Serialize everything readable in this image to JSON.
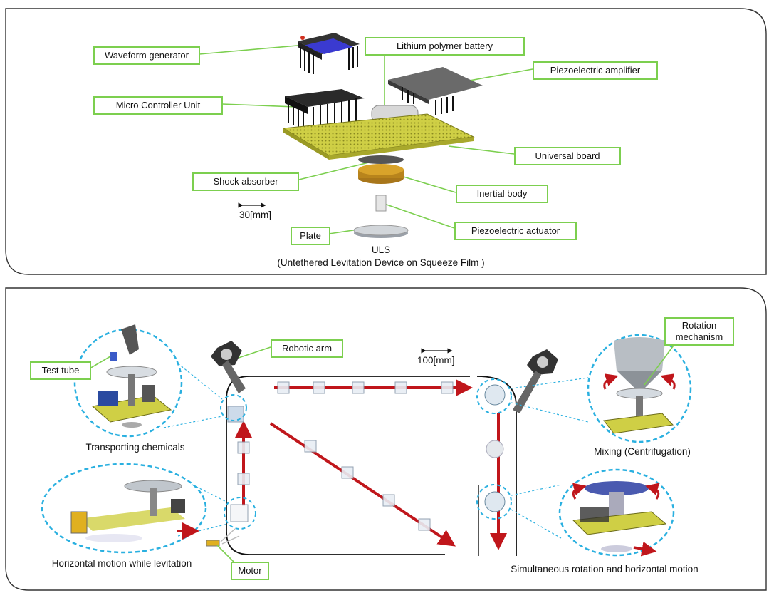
{
  "top_panel": {
    "labels": {
      "waveform_generator": "Waveform generator",
      "lithium_polymer_battery": "Lithium polymer battery",
      "piezoelectric_amplifier": "Piezoelectric amplifier",
      "micro_controller_unit": "Micro Controller Unit",
      "universal_board": "Universal board",
      "shock_absorber": "Shock absorber",
      "inertial_body": "Inertial body",
      "piezoelectric_actuator": "Piezoelectric actuator",
      "plate": "Plate"
    },
    "scale_label": "30[mm]",
    "title_line1": "ULS",
    "title_line2": "(Untethered Levitation Device on Squeeze Film )"
  },
  "bottom_panel": {
    "labels": {
      "test_tube": "Test tube",
      "robotic_arm": "Robotic arm",
      "rotation_mechanism_line1": "Rotation",
      "rotation_mechanism_line2": "mechanism",
      "motor": "Motor"
    },
    "scale_label": "100[mm]",
    "captions": {
      "transporting_chemicals": "Transporting chemicals",
      "mixing": "Mixing (Centrifugation)",
      "horizontal_motion": "Horizontal motion while levitation",
      "simultaneous": "Simultaneous rotation and horizontal motion"
    }
  },
  "colors": {
    "label_border": "#7ccf4f",
    "circle_dashed": "#2ab0e0",
    "arrow_red": "#c0161b",
    "board_yellow": "#c8c83a",
    "inertial_gold": "#c9921e",
    "waveform_blue": "#3a3ad0"
  }
}
